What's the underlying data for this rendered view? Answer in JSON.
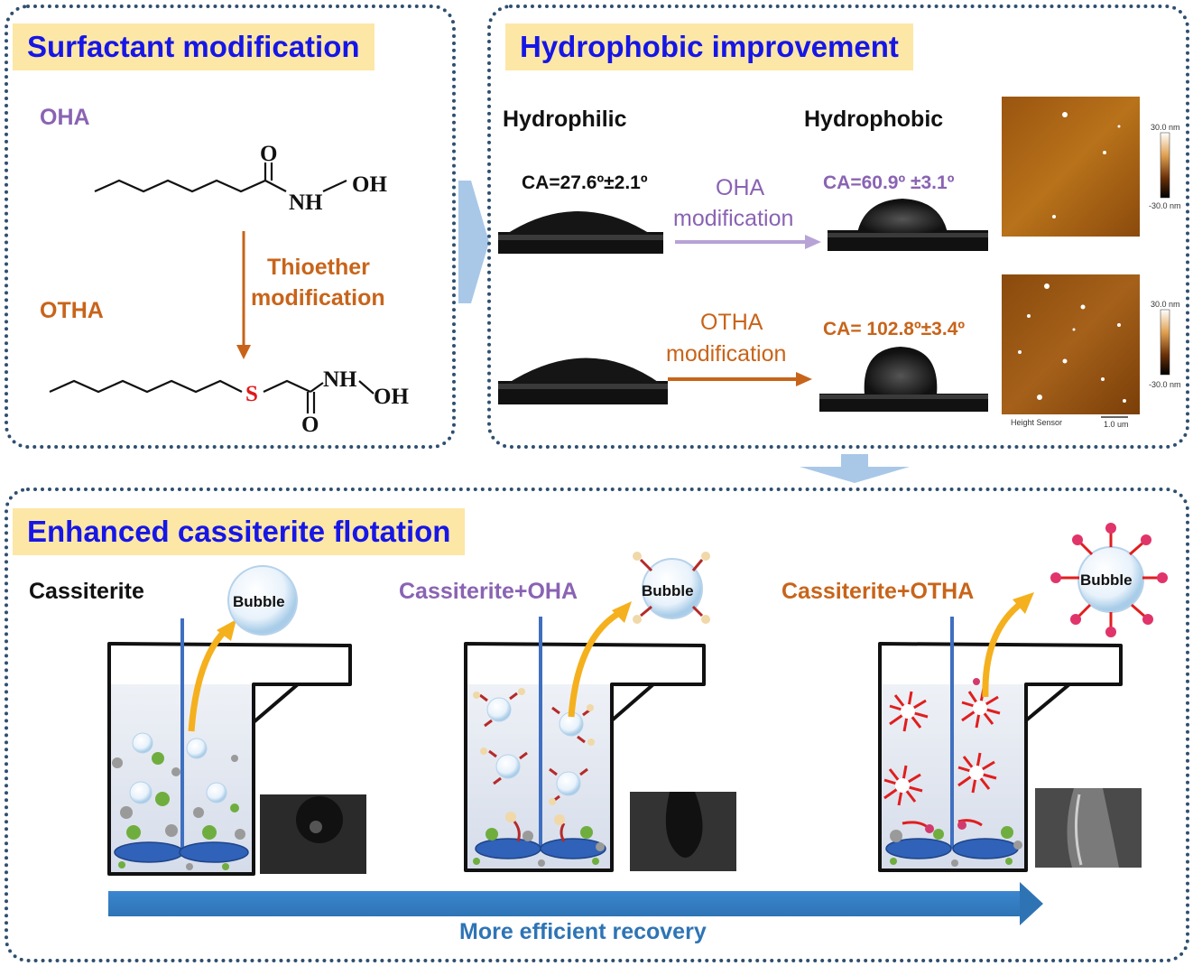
{
  "surfactant": {
    "title": "Surfactant modification",
    "oha_label": "OHA",
    "otha_label": "OTHA",
    "arrow_label_1": "Thioether",
    "arrow_label_2": "modification",
    "oha_atoms": {
      "o": "O",
      "nh": "NH",
      "oh": "OH"
    },
    "otha_atoms": {
      "s": "S",
      "nh": "NH",
      "oh": "OH",
      "o": "O"
    }
  },
  "hydrophobic": {
    "title": "Hydrophobic improvement",
    "hydrophilic_label": "Hydrophilic",
    "hydrophobic_label": "Hydrophobic",
    "ca_initial": "CA=27.6º±2.1º",
    "ca_oha": "CA=60.9º ±3.1º",
    "ca_otha": "CA= 102.8º±3.4º",
    "oha_mod_1": "OHA",
    "oha_mod_2": "modification",
    "otha_mod_1": "OTHA",
    "otha_mod_2": "modification",
    "afm_scale_top": "30.0 nm",
    "afm_scale_bottom": "-30.0 nm",
    "afm_footer_left": "Height Sensor",
    "afm_footer_right": "1.0 um"
  },
  "flotation": {
    "title": "Enhanced cassiterite flotation",
    "label_1": "Cassiterite",
    "label_2": "Cassiterite+OHA",
    "label_3": "Cassiterite+OTHA",
    "bubble": "Bubble",
    "recovery": "More efficient recovery"
  },
  "colors": {
    "title_bg": "#fde7a6",
    "title_text": "#1616e6",
    "oha_purple": "#8a63b3",
    "otha_orange": "#c8641a",
    "recovery_blue": "#2e74b5"
  }
}
